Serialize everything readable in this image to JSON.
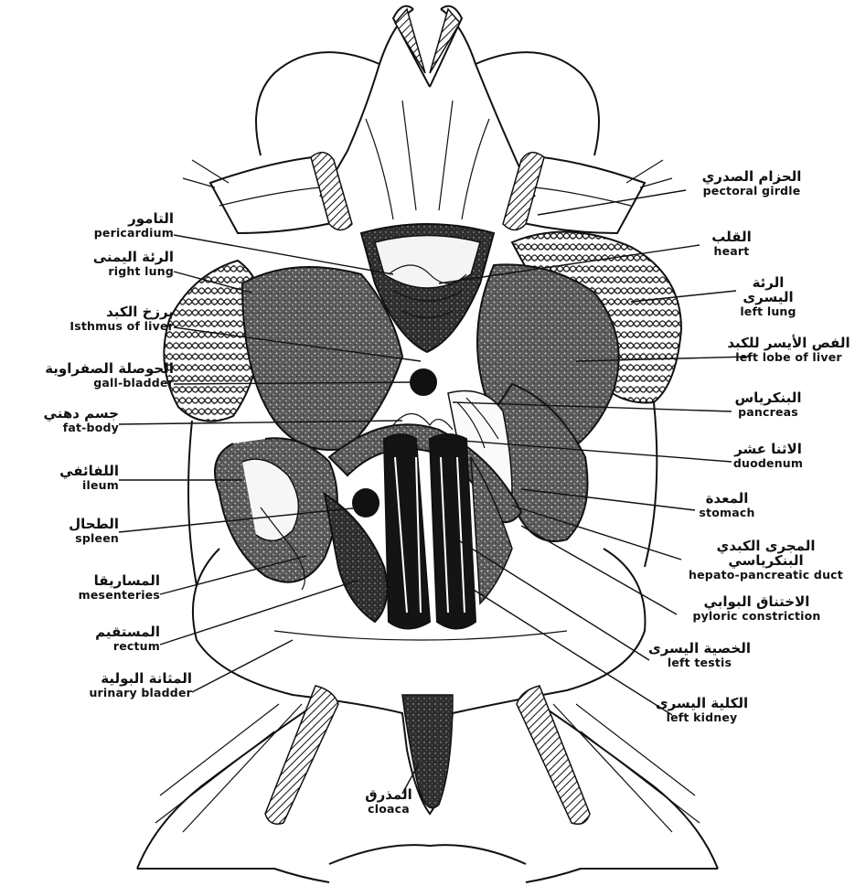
{
  "labels": {
    "pectoral_girdle": {
      "ar": "الحزام الصدري",
      "en": "pectoral girdle"
    },
    "pericardium": {
      "ar": "التامور",
      "en": "pericardium"
    },
    "heart": {
      "ar": "القلب",
      "en": "heart"
    },
    "right_lung": {
      "ar": "الرئة اليمنى",
      "en": "right lung"
    },
    "left_lung": {
      "ar": "الرئة اليسرى",
      "en": "left lung"
    },
    "isthmus_of_liver": {
      "ar": "برزخ الكبد",
      "en": "Isthmus of liver"
    },
    "left_lobe_of_liver": {
      "ar": "الفص الأيسر للكبد",
      "en": "left lobe of liver"
    },
    "gall_bladder": {
      "ar": "الحوصلة الصفراوية",
      "en": "gall-bladder"
    },
    "pancreas": {
      "ar": "البنكرياس",
      "en": "pancreas"
    },
    "fat_body": {
      "ar": "جسم دهني",
      "en": "fat-body"
    },
    "duodenum": {
      "ar": "الاثنا عشر",
      "en": "duodenum"
    },
    "ileum": {
      "ar": "اللفائفي",
      "en": "ileum"
    },
    "stomach": {
      "ar": "المعدة",
      "en": "stomach"
    },
    "spleen": {
      "ar": "الطحال",
      "en": "spleen"
    },
    "hepato_pancreatic_duct": {
      "ar": "المجرى الكبدي البنكرياسي",
      "en": "hepato-pancreatic duct"
    },
    "mesenteries": {
      "ar": "المساريقا",
      "en": "mesenteries"
    },
    "pyloric_constriction": {
      "ar": "الاختناق البوابي",
      "en": "pyloric constriction"
    },
    "rectum": {
      "ar": "المستقيم",
      "en": "rectum"
    },
    "left_testis": {
      "ar": "الخصية اليسرى",
      "en": "left testis"
    },
    "urinary_bladder": {
      "ar": "المثانة البولية",
      "en": "urinary bladder"
    },
    "left_kidney": {
      "ar": "الكلية اليسرى",
      "en": "left kidney"
    },
    "cloaca": {
      "ar": "المذرق",
      "en": "cloaca"
    }
  }
}
